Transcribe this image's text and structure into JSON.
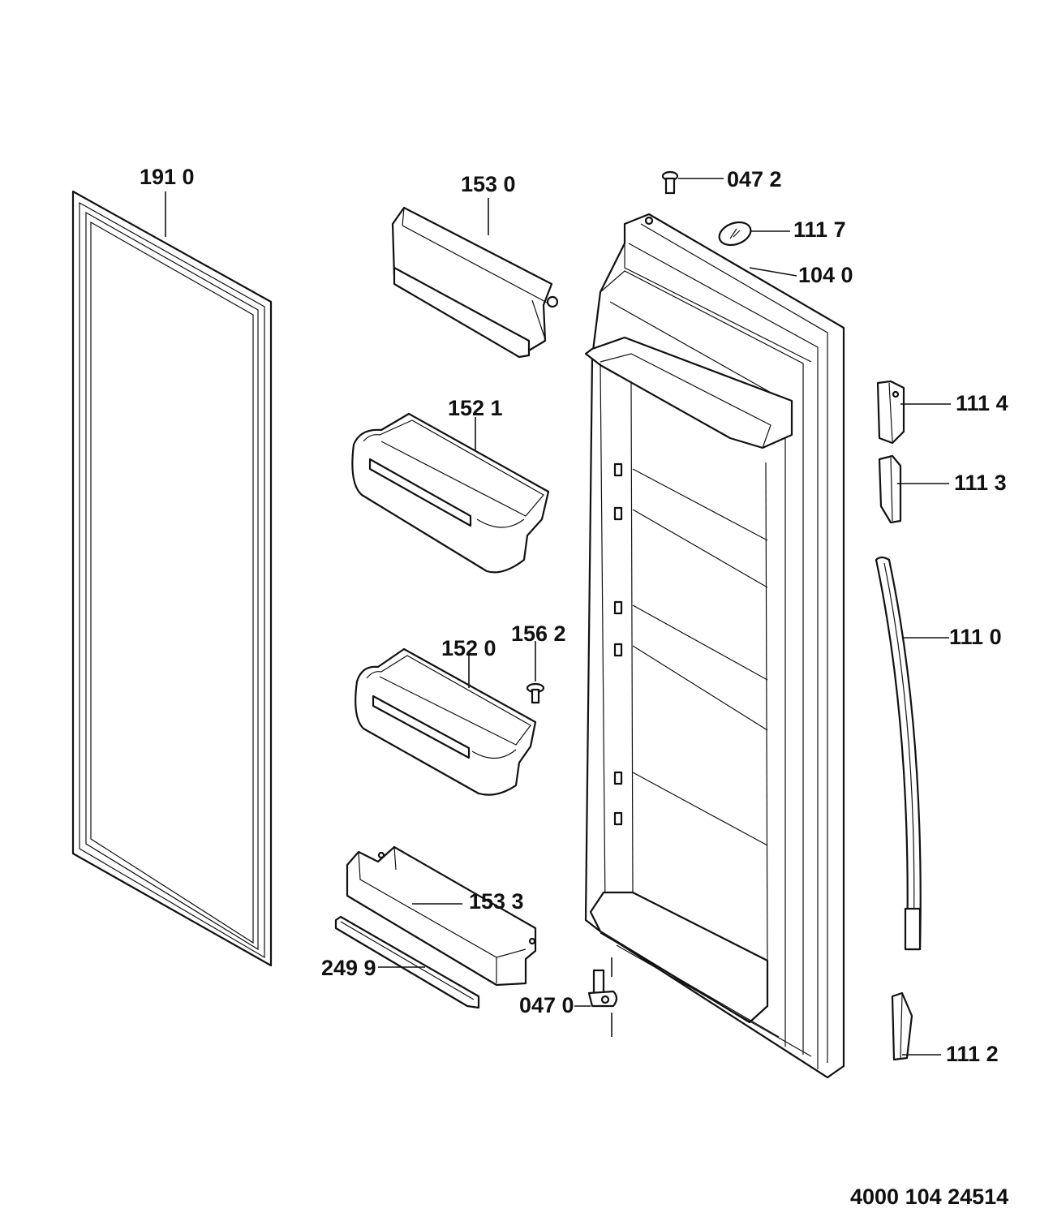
{
  "labels": {
    "p1910": "191 0",
    "p1530": "153 0",
    "p0472": "047 2",
    "p1117": "111 7",
    "p1040": "104 0",
    "p1521": "152 1",
    "p1114": "111 4",
    "p1113": "111 3",
    "p1562": "156 2",
    "p1520": "152 0",
    "p1110": "111 0",
    "p1533": "153 3",
    "p2499": "249 9",
    "p0470": "047 0",
    "p1112": "111 2"
  },
  "document_id": "4000 104 24514"
}
